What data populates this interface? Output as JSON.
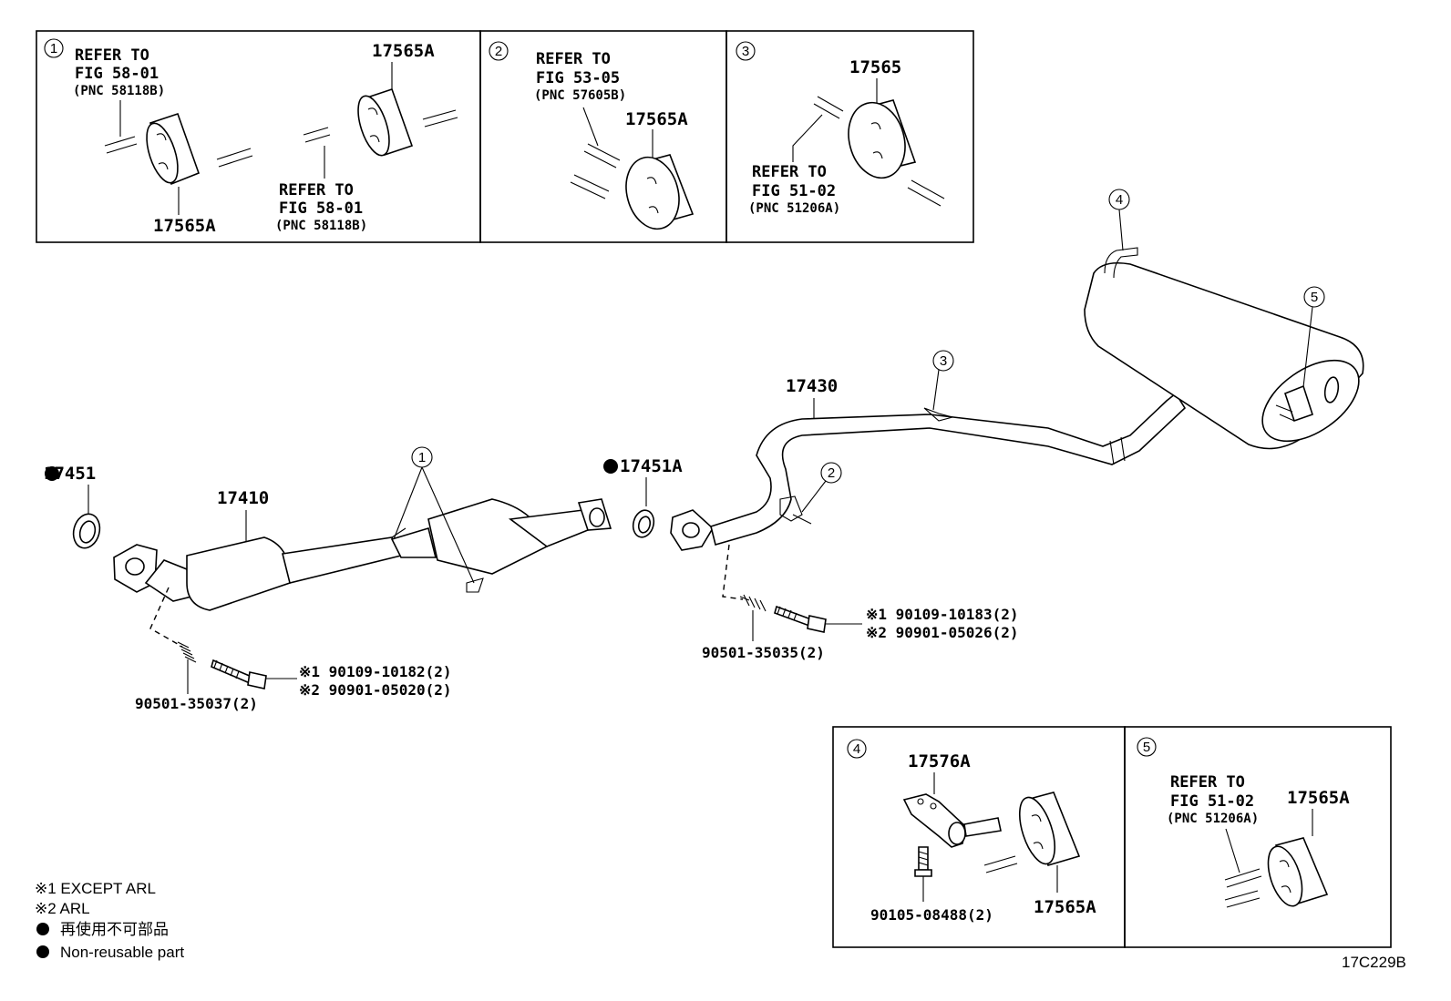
{
  "insets": {
    "inset1": {
      "number": "1",
      "ref1": [
        "REFER TO",
        "FIG 58-01",
        "(PNC 58118B)"
      ],
      "ref2": [
        "REFER TO",
        "FIG 58-01",
        "(PNC 58118B)"
      ],
      "part_top": "17565A",
      "part_bottom": "17565A"
    },
    "inset2": {
      "number": "2",
      "ref": [
        "REFER TO",
        "FIG 53-05",
        "(PNC 57605B)"
      ],
      "part": "17565A"
    },
    "inset3": {
      "number": "3",
      "ref": [
        "REFER TO",
        "FIG 51-02",
        "(PNC 51206A)"
      ],
      "part": "17565"
    },
    "inset4": {
      "number": "4",
      "bracket": "17576A",
      "bolt": "90105-08488(2)",
      "hanger": "17565A"
    },
    "inset5": {
      "number": "5",
      "ref": [
        "REFER TO",
        "FIG 51-02",
        "(PNC 51206A)"
      ],
      "part": "17565A"
    }
  },
  "main": {
    "gasket_front": "17451",
    "front_pipe": "17410",
    "gasket_center": "17451A",
    "tail_pipe": "17430",
    "callouts": [
      "1",
      "2",
      "3",
      "4",
      "5"
    ],
    "spring_front": "90501-35037(2)",
    "bolt_front": [
      "※1  90109-10182(2)",
      "※2  90901-05020(2)"
    ],
    "spring_rear": "90501-35035(2)",
    "bolt_rear": [
      "※1  90109-10183(2)",
      "※2  90901-05026(2)"
    ]
  },
  "legend": {
    "items": [
      "※1  EXCEPT ARL",
      "※2  ARL",
      "再使用不可部品",
      "Non-reusable part"
    ]
  },
  "figure_id": "17C229B"
}
